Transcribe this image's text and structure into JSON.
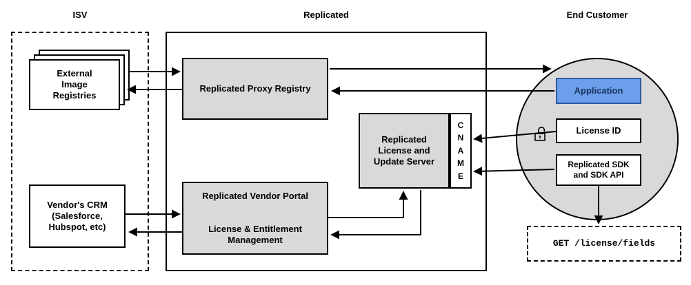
{
  "columns": {
    "isv": "ISV",
    "replicated": "Replicated",
    "end_customer": "End Customer"
  },
  "nodes": {
    "external_registries": "External\nImage\nRegistries",
    "vendors_crm": "Vendor's CRM\n(Salesforce,\nHubspot, etc)",
    "proxy_registry": "Replicated Proxy Registry",
    "license_update_server": "Replicated\nLicense and\nUpdate Server",
    "cname": "C\nN\nA\nM\nE",
    "vendor_portal_title": "Replicated Vendor Portal",
    "vendor_portal_subtitle": "License & Entitlement\nManagement",
    "application": "Application",
    "license_id": "License ID",
    "sdk": "Replicated SDK\nand SDK API",
    "get_request": "GET /license/fields"
  },
  "icons": {
    "lock": "open-padlock"
  },
  "colors": {
    "node_gray": "#d9d9d9",
    "application_fill": "#6d9eeb",
    "application_border": "#2f5b9e",
    "application_text": "#16365c",
    "line": "#000000"
  }
}
